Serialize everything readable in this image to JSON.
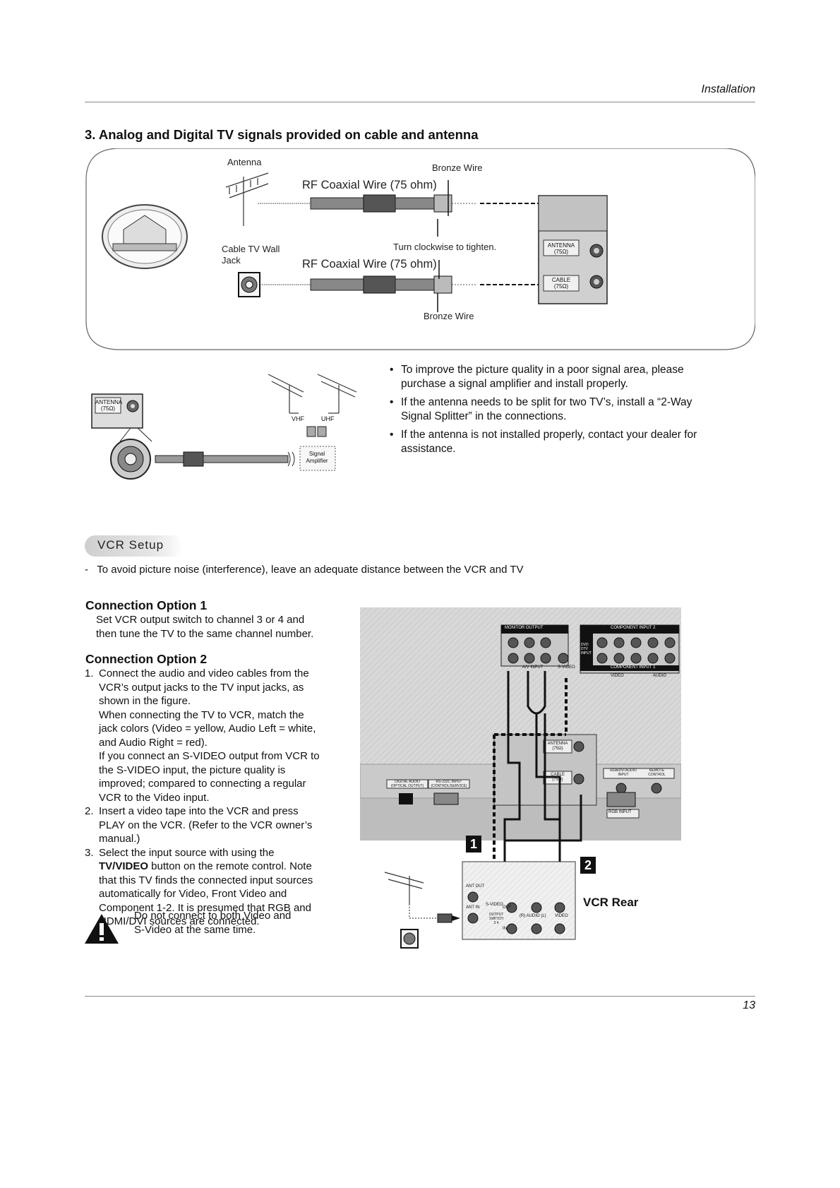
{
  "header": {
    "section": "Installation"
  },
  "section3": {
    "title": "3. Analog and Digital TV signals provided on cable and antenna",
    "antenna_label": "Antenna",
    "bronze_wire_top": "Bronze Wire",
    "rf_top": "RF Coaxial Wire (75 ohm)",
    "cable_jack": "Cable TV Wall\nJack",
    "turn": "Turn clockwise to tighten.",
    "rf_bottom": "RF Coaxial Wire (75 ohm)",
    "bronze_wire_bottom": "Bronze Wire",
    "panel_antenna": "ANTENNA\n(75Ω)",
    "panel_cable": "CABLE\n(75Ω)"
  },
  "amplifier": {
    "panel_antenna": "ANTENNA\n(75Ω)",
    "vhf": "VHF",
    "uhf": "UHF",
    "amp": "Signal\nAmplifier",
    "bullets": [
      "To improve the picture quality in a poor signal area, please purchase a signal amplifier and install properly.",
      "If the antenna needs to be split for two TV’s, install a “2-Way Signal Splitter” in the connections.",
      "If the antenna is not installed properly, contact your dealer for assistance."
    ]
  },
  "vcr": {
    "heading": "VCR Setup",
    "note": "-   To avoid picture noise (interference), leave an adequate distance between the VCR and TV",
    "opt1_title": "Connection Option 1",
    "opt1_text": "Set VCR output switch to channel 3 or 4 and then tune the TV to the same channel number.",
    "opt2_title": "Connection Option 2",
    "steps": [
      {
        "num": "1.",
        "text": "Connect the audio and video cables from the VCR’s output jacks to the TV input jacks, as shown in the figure.\nWhen connecting the TV to VCR, match the jack colors (Video = yellow, Audio Left = white, and Audio Right = red).\nIf you connect an S-VIDEO output from VCR to the S-VIDEO input, the picture quality is improved; compared to connecting a regular VCR to the Video input."
      },
      {
        "num": "2.",
        "text": "Insert a video tape into the VCR and press PLAY on the VCR. (Refer to the VCR owner’s manual.)"
      },
      {
        "num": "3.",
        "pre": "Select the input source with using the ",
        "bold": "TV/VIDEO",
        "post": " button on the remote control. Note that this TV finds the connected input sources automatically for Video, Front Video and Component 1-2. It is presumed that RGB and HDMI/DVI sources are connected."
      }
    ],
    "warning": "Do not connect to both Video and S-Video at the same time.",
    "vcr_rear": "VCR Rear",
    "badge1": "1",
    "badge2": "2",
    "panel": {
      "monitor_output": "MONITOR OUTPUT",
      "av_input": "A/V INPUT",
      "s_video": "S-VIDEO",
      "comp2": "COMPONENT INPUT 2",
      "comp1": "COMPONENT INPUT 1",
      "dvd": "DVD\nDTV\nINPUT",
      "antenna": "ANTENNA\n(75Ω)",
      "cable": "CABLE\n(75Ω)",
      "digital_audio": "DIGITAL AUDIO\n(OPTICAL OUTPUT)",
      "rs232": "RS-232C INPUT\n(CONTROL/SERVICE)",
      "rgb_audio": "RGB/DVI AUDIO\nINPUT",
      "remote": "REMOTE\nCONTROL",
      "rgb_input": "RGB INPUT",
      "video": "VIDEO",
      "audio": "AUDIO"
    },
    "vcr_panel": {
      "ant_out": "ANT OUT",
      "ant_in": "ANT IN",
      "s_video": "S-VIDEO",
      "out": "OUT",
      "in": "IN",
      "output_switch": "OUTPUT\nSWITCH\n3  4",
      "audio_r_l": "(R) AUDIO (L)",
      "video": "VIDEO"
    }
  },
  "footer": {
    "page": "13"
  }
}
